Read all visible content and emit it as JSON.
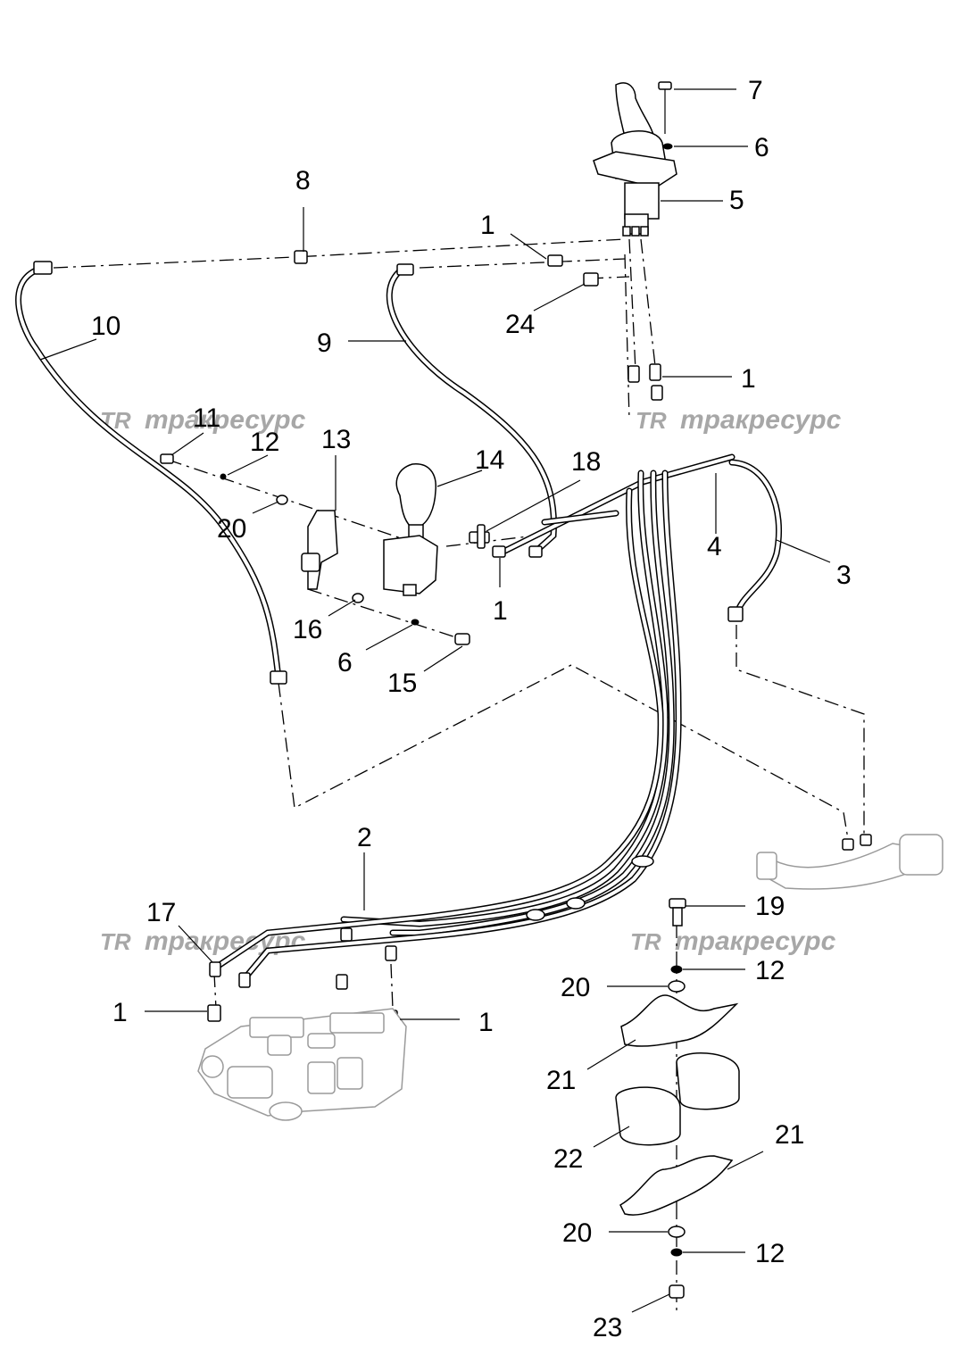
{
  "watermarks": [
    {
      "logo": "TR",
      "text": "тракресурс"
    },
    {
      "logo": "TR",
      "text": "тракресурс"
    },
    {
      "logo": "TR",
      "text": "тракресурс"
    },
    {
      "logo": "TR",
      "text": "тракресурс"
    }
  ],
  "callouts": [
    {
      "num": "7"
    },
    {
      "num": "6"
    },
    {
      "num": "5"
    },
    {
      "num": "8"
    },
    {
      "num": "1"
    },
    {
      "num": "24"
    },
    {
      "num": "10"
    },
    {
      "num": "9"
    },
    {
      "num": "1"
    },
    {
      "num": "11"
    },
    {
      "num": "12"
    },
    {
      "num": "13"
    },
    {
      "num": "14"
    },
    {
      "num": "18"
    },
    {
      "num": "20"
    },
    {
      "num": "4"
    },
    {
      "num": "3"
    },
    {
      "num": "1"
    },
    {
      "num": "16"
    },
    {
      "num": "6"
    },
    {
      "num": "15"
    },
    {
      "num": "2"
    },
    {
      "num": "17"
    },
    {
      "num": "19"
    },
    {
      "num": "12"
    },
    {
      "num": "20"
    },
    {
      "num": "1"
    },
    {
      "num": "1"
    },
    {
      "num": "21"
    },
    {
      "num": "22"
    },
    {
      "num": "21"
    },
    {
      "num": "20"
    },
    {
      "num": "12"
    },
    {
      "num": "23"
    }
  ]
}
